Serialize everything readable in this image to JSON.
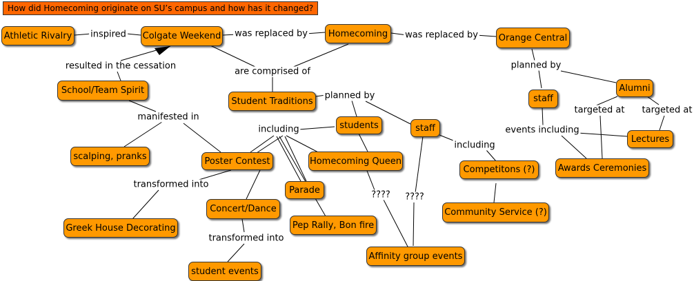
{
  "focus_question": "How did Homecoming originate on SU’s campus and how has it changed?",
  "concepts": {
    "athletic_rivalry": "Athletic Rivalry",
    "colgate_weekend": "Colgate Weekend",
    "homecoming": "Homecoming",
    "orange_central": "Orange Central",
    "school_team_spirit": "School/Team Spirit",
    "student_traditions": "Student Traditions",
    "staff_1": "staff",
    "alumni": "Alumni",
    "students": "students",
    "staff_2": "staff",
    "lectures": "Lectures",
    "scalping_pranks": "scalping, pranks",
    "poster_contest": "Poster Contest",
    "homecoming_queen": "Homecoming Queen",
    "competitions": "Competitons (?)",
    "awards_ceremonies": "Awards Ceremonies",
    "parade": "Parade",
    "concert_dance": "Concert/Dance",
    "greek_house_decorating": "Greek House Decorating",
    "pep_rally_bonfire": "Pep Rally, Bon fire",
    "community_service": "Community Service (?)",
    "affinity_group_events": "Affinity group events",
    "student_events": "student events"
  },
  "linking_phrases": {
    "inspired": "inspired",
    "was_replaced_by_1": "was replaced by",
    "was_replaced_by_2": "was replaced by",
    "resulted_in_the_cessation": "resulted in the cessation",
    "are_comprised_of": "are comprised of",
    "planned_by_1": "planned by",
    "planned_by_2": "planned by",
    "targeted_at_1": "targeted at",
    "targeted_at_2": "targeted at",
    "manifested_in": "manifested in",
    "including_1": "including",
    "events_including": "events including",
    "including_2": "including",
    "transformed_into_1": "transformed into",
    "question_1": "????",
    "question_2": "????",
    "transformed_into_2": "transformed into"
  },
  "colors": {
    "concept_fill": "#ff9900",
    "focus_fill": "#ff6600",
    "line": "#000000",
    "border": "#333333"
  }
}
